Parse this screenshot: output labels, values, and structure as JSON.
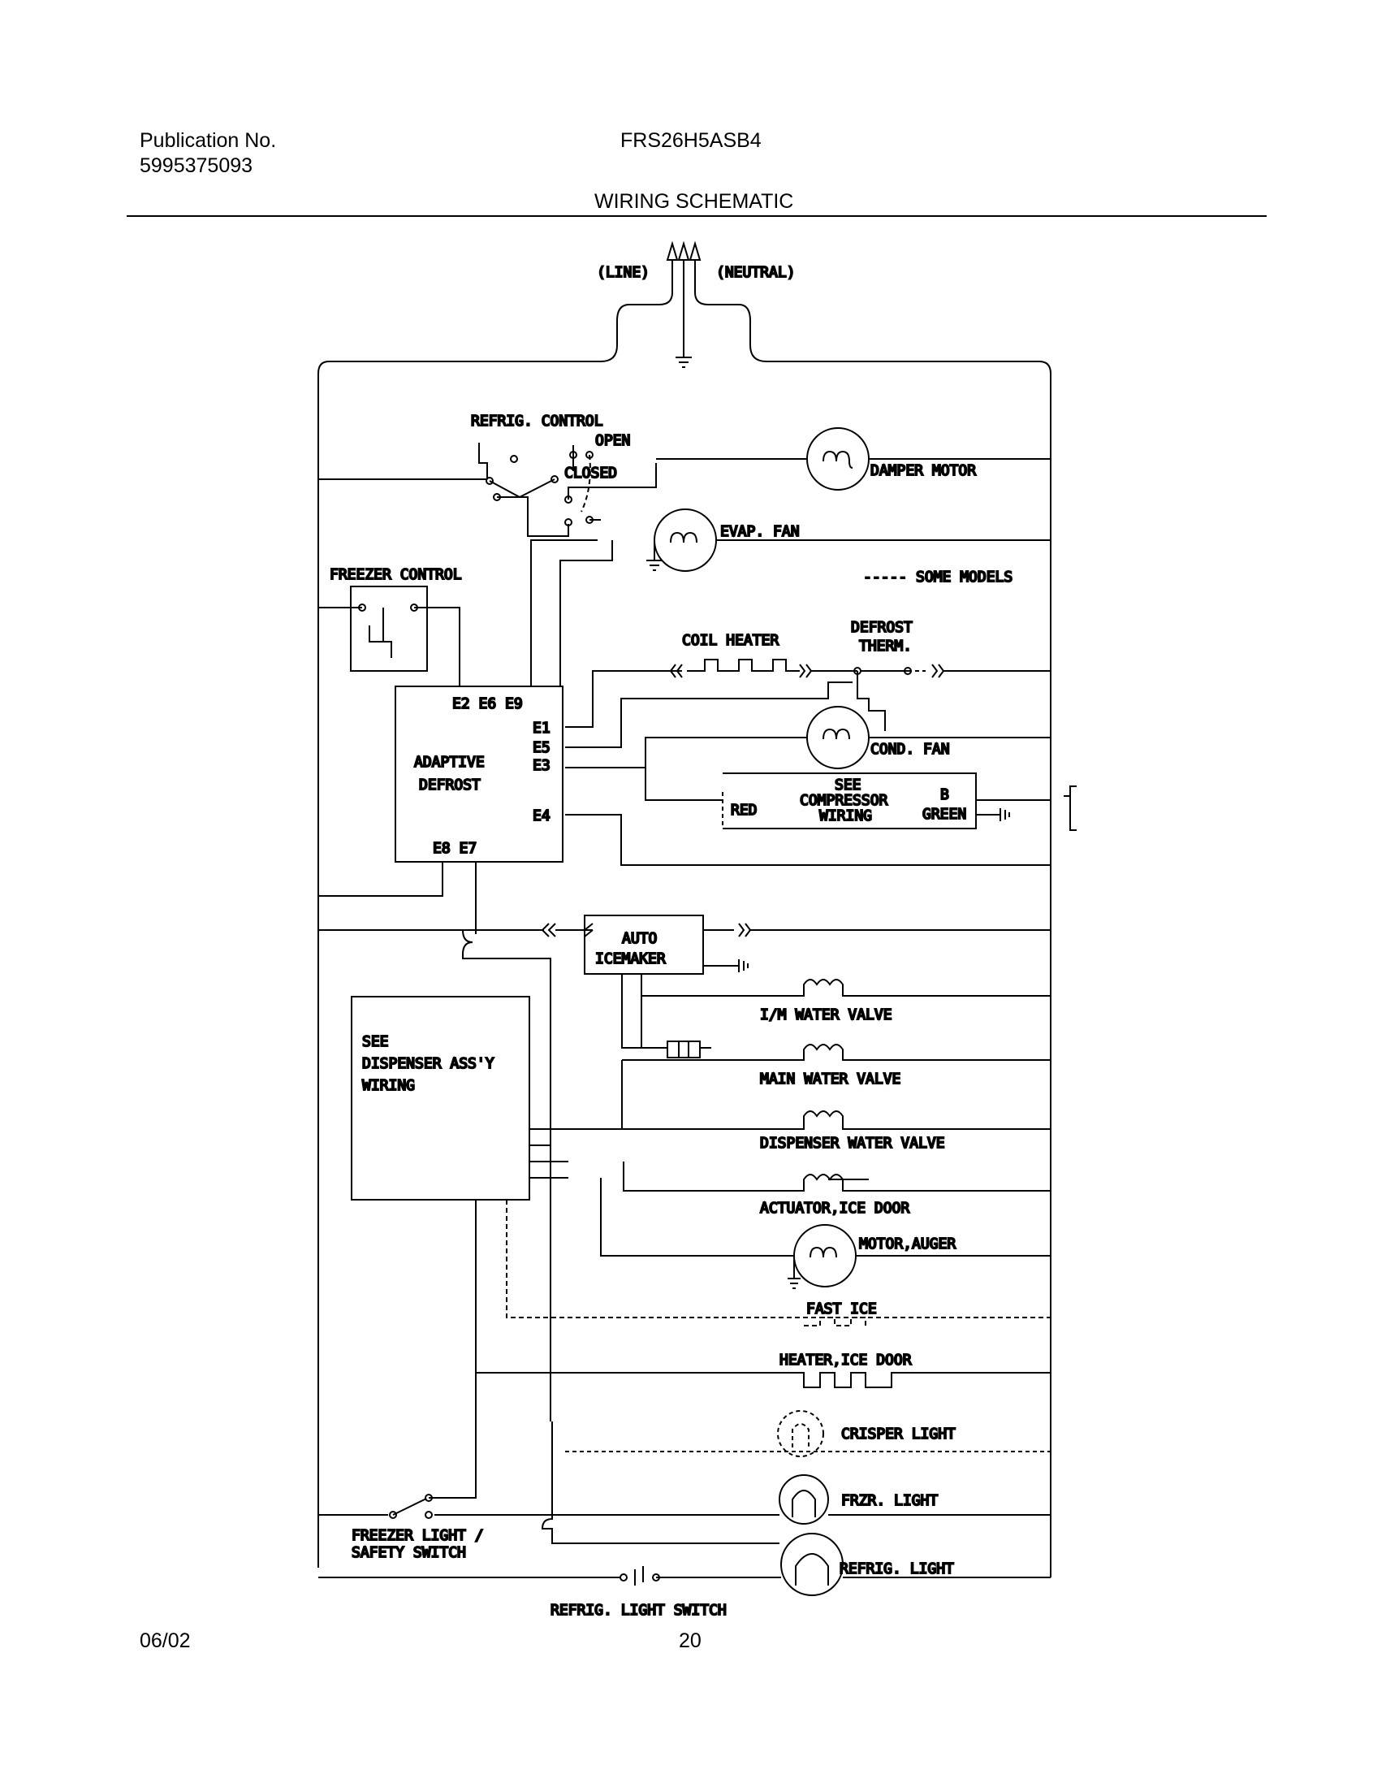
{
  "header": {
    "publication_label": "Publication No.",
    "publication_number": "5995375093",
    "model": "FRS26H5ASB4",
    "title": "WIRING SCHEMATIC"
  },
  "footer": {
    "date": "06/02",
    "page": "20"
  },
  "diagram": {
    "line": "(LINE)",
    "neutral": "(NEUTRAL)",
    "refrig_control": "REFRIG. CONTROL",
    "open": "OPEN",
    "closed": "CLOSED",
    "damper_motor": "DAMPER MOTOR",
    "evap_fan": "EVAP. FAN",
    "freezer_control": "FREEZER CONTROL",
    "some_models": "----- SOME MODELS",
    "coil_heater": "COIL HEATER",
    "defrost": "DEFROST",
    "therm": "THERM.",
    "e_top": "E2 E6 E9",
    "e1": "E1",
    "e5": "E5",
    "e3": "E3",
    "e4": "E4",
    "adaptive": "ADAPTIVE",
    "defrost_ctl": "DEFROST",
    "e_bottom": "E8 E7",
    "cond_fan": "COND. FAN",
    "see": "SEE",
    "compressor": "COMPRESSOR",
    "wiring": "WIRING",
    "red": "RED",
    "b": "B",
    "green": "GREEN",
    "auto": "AUTO",
    "icemaker": "ICEMAKER",
    "im_water_valve": "I/M WATER VALVE",
    "dispenser_see": "SEE",
    "dispenser_assy": "DISPENSER ASS'Y",
    "dispenser_wiring": "WIRING",
    "main_water_valve": "MAIN WATER VALVE",
    "dispenser_water_valve": "DISPENSER WATER VALVE",
    "actuator_ice_door": "ACTUATOR,ICE DOOR",
    "motor_auger": "MOTOR,AUGER",
    "fast_ice": "FAST ICE",
    "heater_ice_door": "HEATER,ICE DOOR",
    "crisper_light": "CRISPER LIGHT",
    "frzr_light": "FRZR. LIGHT",
    "freezer_light": "FREEZER LIGHT /",
    "safety_switch": "SAFETY SWITCH",
    "refrig_light": "REFRIG. LIGHT",
    "refrig_light_switch": "REFRIG. LIGHT SWITCH"
  }
}
